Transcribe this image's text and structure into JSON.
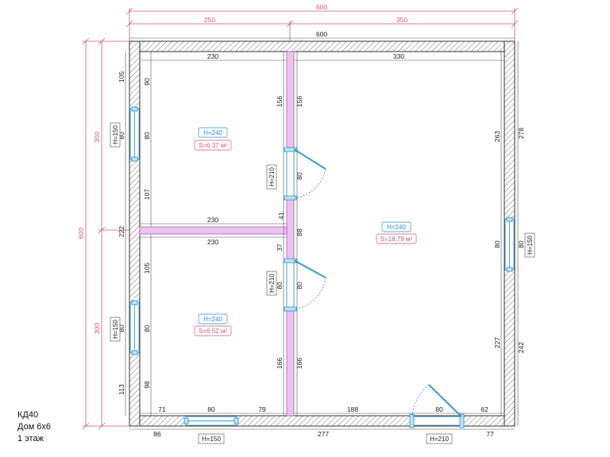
{
  "overall": {
    "width_red": "600",
    "height_red": "600",
    "width_black": "600"
  },
  "top_segments_red": [
    "250",
    "350"
  ],
  "left_segments_red": [
    "300",
    "300"
  ],
  "room_small_top": {
    "height_tag": "H=240",
    "area_tag": "S=6.37 м²",
    "width_top": "230",
    "width_bottom": "230",
    "left_v": [
      "105",
      "80",
      "222"
    ],
    "inner_v": [
      "90",
      "80",
      "107"
    ],
    "right_v": [
      "156"
    ]
  },
  "room_small_bottom": {
    "height_tag": "H=240",
    "area_tag": "S=6.52 м²",
    "width_top": "230",
    "inner_v": [
      "105",
      "80",
      "98"
    ],
    "left_v": [
      "80",
      "113"
    ],
    "right_v": [
      "37",
      "80",
      "166"
    ],
    "bottom": [
      "71",
      "80",
      "79"
    ]
  },
  "room_large": {
    "height_tag": "H=240",
    "area_tag": "S=18.79 м²",
    "width_top": "330",
    "left_v": [
      "156",
      "80",
      "41",
      "88",
      "80",
      "166"
    ],
    "inner_right_v": [
      "263",
      "80",
      "227"
    ],
    "outer_right_v": [
      "278",
      "242"
    ],
    "bottom": [
      "188",
      "80",
      "62"
    ]
  },
  "outer_bottom": [
    "86",
    "277",
    "77"
  ],
  "window_tags": [
    "H=150",
    "H=150",
    "H=150",
    "H=150"
  ],
  "door_tags": [
    "H=210",
    "H=210",
    "H=210"
  ],
  "caption": {
    "line1": "КД40",
    "line2": "Дом 6х6",
    "line3": "1 этаж"
  },
  "colors": {
    "wall_line": "#333333",
    "hatch": "#888888",
    "partition": "#e8b8ea",
    "partition_line": "#b060b8",
    "red_dim": "#d05a78",
    "blue_tag": "#2b8fd6",
    "window": "#5ab0e0"
  }
}
